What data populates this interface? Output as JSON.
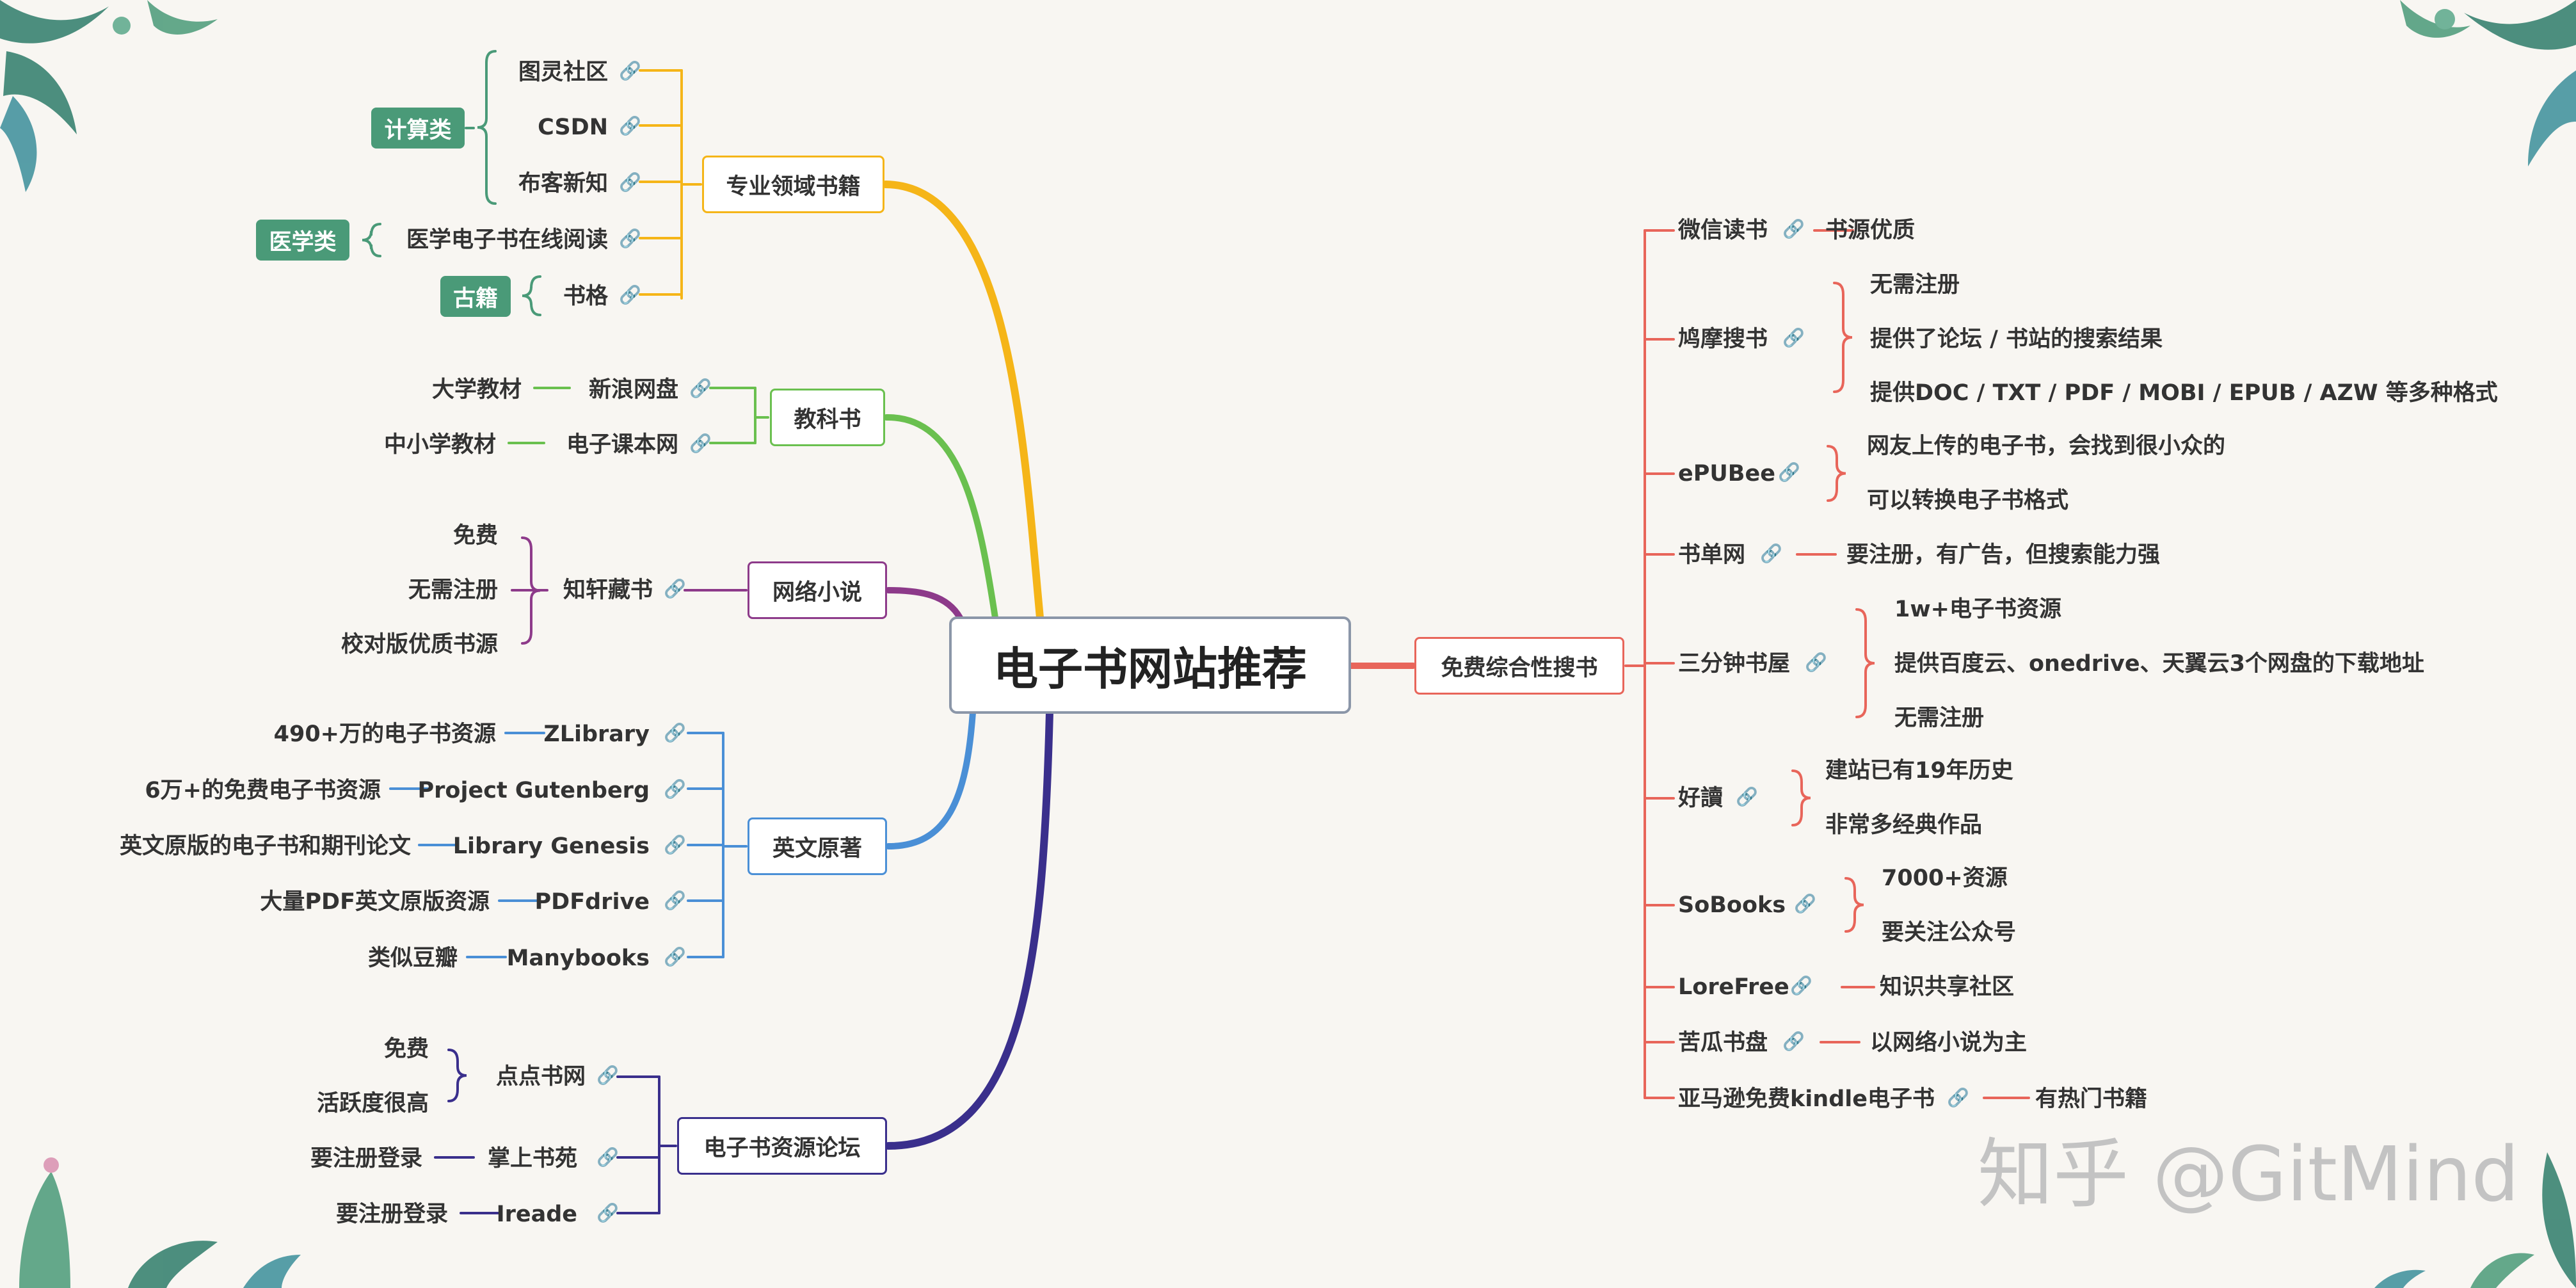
{
  "root": {
    "label": "电子书网站推荐"
  },
  "branches": {
    "pro": {
      "label": "专业领域书籍",
      "color": "#f5b518",
      "groups": {
        "computer": "计算类",
        "medical": "医学类",
        "ancient": "古籍"
      },
      "items": [
        "图灵社区",
        "CSDN",
        "布客新知",
        "医学电子书在线阅读",
        "书格"
      ]
    },
    "textbook": {
      "label": "教科书",
      "color": "#6ac04f",
      "items": [
        {
          "label": "新浪网盘",
          "note": "大学教材"
        },
        {
          "label": "电子课本网",
          "note": "中小学教材"
        }
      ]
    },
    "novel": {
      "label": "网络小说",
      "color": "#8d3a8a",
      "site": "知轩藏书",
      "notes": [
        "免费",
        "无需注册",
        "校对版优质书源"
      ]
    },
    "english": {
      "label": "英文原著",
      "color": "#4a8fd6",
      "items": [
        {
          "label": "ZLibrary",
          "note": "490+万的电子书资源"
        },
        {
          "label": "Project Gutenberg",
          "note": "6万+的免费电子书资源"
        },
        {
          "label": "Library Genesis",
          "note": "英文原版的电子书和期刊论文"
        },
        {
          "label": "PDFdrive",
          "note": "大量PDF英文原版资源"
        },
        {
          "label": "Manybooks",
          "note": "类似豆瓣"
        }
      ]
    },
    "forum": {
      "label": "电子书资源论坛",
      "color": "#3a2f8c",
      "items": [
        {
          "label": "点点书网",
          "notes": [
            "免费",
            "活跃度很高"
          ]
        },
        {
          "label": "掌上书苑",
          "notes": [
            "要注册登录"
          ]
        },
        {
          "label": "Ireade",
          "notes": [
            "要注册登录"
          ]
        }
      ]
    },
    "free": {
      "label": "免费综合性搜书",
      "color": "#e8655a",
      "items": [
        {
          "label": "微信读书",
          "notes": [
            "书源优质"
          ]
        },
        {
          "label": "鸠摩搜书",
          "notes": [
            "无需注册",
            "提供了论坛 / 书站的搜索结果",
            "提供DOC / TXT / PDF / MOBI / EPUB / AZW 等多种格式"
          ]
        },
        {
          "label": "ePUBee",
          "notes": [
            "网友上传的电子书，会找到很小众的",
            "可以转换电子书格式"
          ]
        },
        {
          "label": "书单网",
          "notes": [
            "要注册，有广告，但搜索能力强"
          ]
        },
        {
          "label": "三分钟书屋",
          "notes": [
            "1w+电子书资源",
            "提供百度云、onedrive、天翼云3个网盘的下载地址",
            "无需注册"
          ]
        },
        {
          "label": "好讀",
          "notes": [
            "建站已有19年历史",
            "非常多经典作品"
          ]
        },
        {
          "label": "SoBooks",
          "notes": [
            "7000+资源",
            "要关注公众号"
          ]
        },
        {
          "label": "LoreFree",
          "notes": [
            "知识共享社区"
          ]
        },
        {
          "label": "苦瓜书盘",
          "notes": [
            "以网络小说为主"
          ]
        },
        {
          "label": "亚马逊免费kindle电子书",
          "notes": [
            "有热门书籍"
          ]
        }
      ]
    }
  },
  "icons": {
    "link": "link-icon",
    "decor": "tropical-leaf-decoration"
  },
  "watermark": "知乎 @GitMind"
}
